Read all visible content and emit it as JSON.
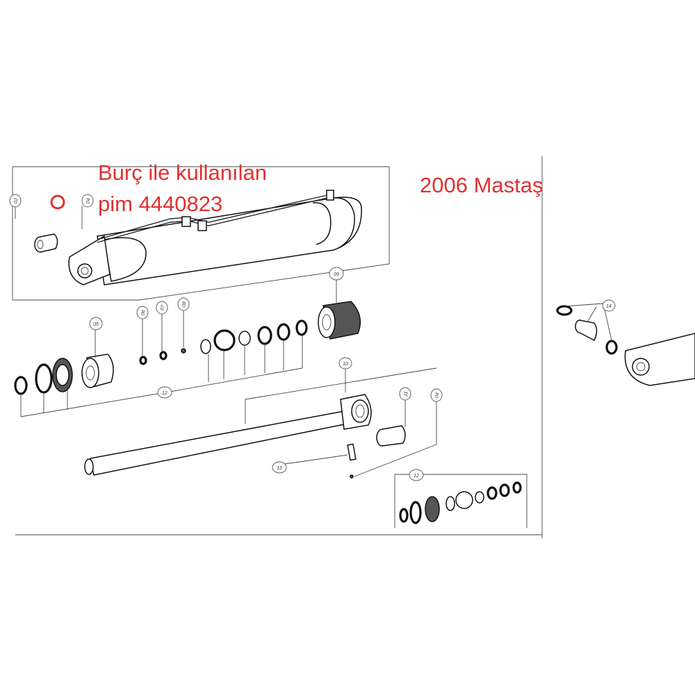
{
  "annotations": {
    "note_line1": "Burç ile kullanılan",
    "note_line2": "pim 4440823",
    "model_note": "2006 Mastaş",
    "accent_color": "#e03131"
  },
  "part_callouts": {
    "c02": "02",
    "c04a": "04",
    "c05": "05",
    "c06": "06",
    "c07": "07",
    "c08": "08",
    "c09": "09",
    "c10": "10",
    "c11": "11",
    "c04b": "04",
    "c12a": "12",
    "c13": "13",
    "c12b": "12",
    "c14": "14"
  }
}
